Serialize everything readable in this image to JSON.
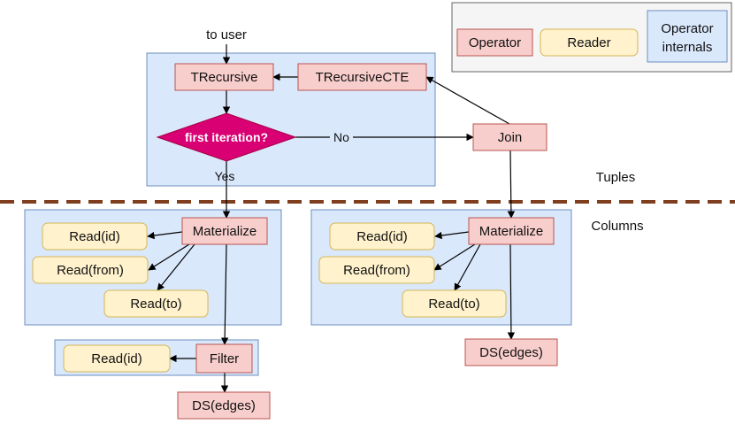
{
  "colors": {
    "operator_fill": "#f8cecc",
    "operator_stroke": "#b85450",
    "reader_fill": "#fff2cc",
    "reader_stroke": "#d6b656",
    "internals_fill": "#dae8fc",
    "internals_stroke": "#6c8ebf",
    "decision_fill": "#d80073",
    "divider": "#7f3f1f",
    "legend_fill": "#f5f5f5"
  },
  "labels": {
    "to_user": "to user",
    "trecursive": "TRecursive",
    "trecursive_cte": "TRecursiveCTE",
    "decision": "first iteration?",
    "no": "No",
    "yes": "Yes",
    "join": "Join",
    "tuples": "Tuples",
    "columns": "Columns",
    "materialize_left": "Materialize",
    "read_id_left": "Read(id)",
    "read_from_left": "Read(from)",
    "read_to_left": "Read(to)",
    "materialize_right": "Materialize",
    "read_id_right": "Read(id)",
    "read_from_right": "Read(from)",
    "read_to_right": "Read(to)",
    "filter": "Filter",
    "read_id_filter": "Read(id)",
    "ds_edges_left": "DS(edges)",
    "ds_edges_right": "DS(edges)"
  },
  "legend": {
    "operator": "Operator",
    "reader": "Reader",
    "internals_line1": "Operator",
    "internals_line2": "internals"
  }
}
